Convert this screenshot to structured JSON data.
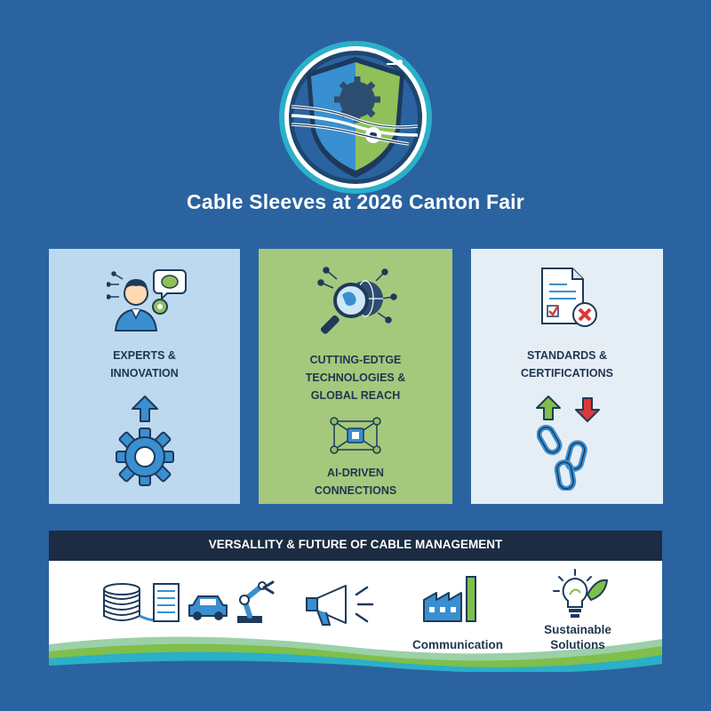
{
  "title": "Cable Sleeves at 2026 Canton Fair",
  "emblem": {
    "icon": "shield-gear-cable-emblem-icon"
  },
  "panels": [
    {
      "id": "experts",
      "label": "EXPERTS &\nINNOVATION",
      "icons": [
        "expert-person-icon",
        "up-arrow-icon",
        "gear-icon"
      ]
    },
    {
      "id": "tech",
      "label": "CUTTING-EDTGE\nTECHNOLOGIES &\nGLOBAL REACH",
      "sublabel": "AI-DRIVEN\nCONNECTIONS",
      "icons": [
        "magnifier-globe-icon",
        "ai-network-icon"
      ]
    },
    {
      "id": "standards",
      "label": "STANDARDS &\nCERTIFICATIONS",
      "icons": [
        "certificate-document-icon",
        "up-arrow-icon",
        "down-arrow-icon",
        "chain-link-icon"
      ]
    }
  ],
  "banner": {
    "title": "VERSALLITY & FUTURE OF CABLE MANAGEMENT",
    "items": [
      {
        "icon": "cable-coil-server-icon",
        "label": ""
      },
      {
        "icon": "car-icon",
        "label": ""
      },
      {
        "icon": "robot-arm-icon",
        "label": ""
      },
      {
        "icon": "megaphone-icon",
        "label": ""
      },
      {
        "icon": "factory-icon",
        "label": "Communication"
      },
      {
        "icon": "lightbulb-leaf-icon",
        "label": "Sustainable\nSolutions"
      }
    ]
  },
  "colors": {
    "background": "#2a63a0",
    "panel_blue": "#bcd9ef",
    "panel_green": "#a5c97c",
    "panel_light": "#e6eef5",
    "banner_header": "#1b2c43",
    "accent_blue": "#3a8fd0",
    "accent_green": "#7fbf4a",
    "accent_red": "#d9393a"
  }
}
